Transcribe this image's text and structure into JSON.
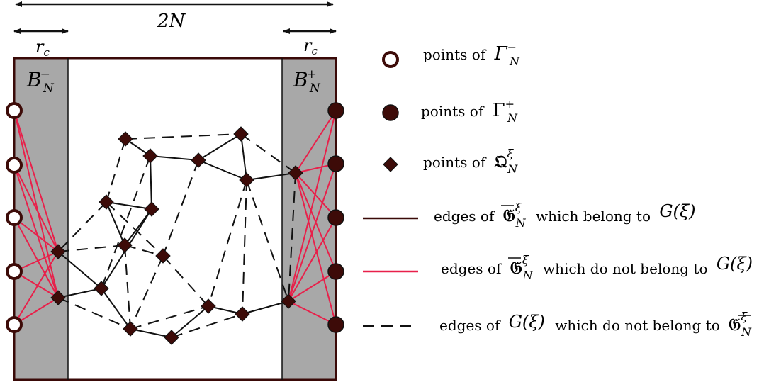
{
  "colors": {
    "frame": "#3a0a08",
    "point_fill": "#3d0b08",
    "boundary_band": "#a8a8a8",
    "red_edge": "#e8204a",
    "black_edge": "#111111"
  },
  "diagram": {
    "width_label": "2N",
    "left_rc": "r",
    "left_rc_sub": "c",
    "right_rc": "r",
    "right_rc_sub": "c",
    "left_band_label": "B",
    "left_band_sup": "−",
    "left_band_sub": "N",
    "right_band_label": "B",
    "right_band_sup": "+",
    "right_band_sub": "N"
  },
  "legend": {
    "gamma_minus": {
      "prefix": "points of",
      "sym": "Γ",
      "sup": "−",
      "sub": "N",
      "icon": "hollow-circle-icon"
    },
    "gamma_plus": {
      "prefix": "points of",
      "sym": "Γ",
      "sup": "+",
      "sub": "N",
      "icon": "filled-circle-icon"
    },
    "q_points": {
      "prefix": "points of",
      "sym": "𝔔",
      "sup": "ξ",
      "sub": "N",
      "icon": "diamond-icon"
    },
    "black_edges": {
      "prefix": "edges of",
      "sym": "𝔊",
      "sup": "ξ",
      "sub": "N",
      "middle": "which belong to",
      "graph": "G(ξ)"
    },
    "red_edges": {
      "prefix": "edges of",
      "sym": "𝔊",
      "sup": "ξ",
      "sub": "N",
      "middle": "which do not belong to",
      "graph": "G(ξ)"
    },
    "dashed_edges": {
      "prefix": "edges of",
      "graph": "G(ξ)",
      "middle": "which do not belong to",
      "sym": "𝔊",
      "sup": "ξ",
      "sub": "N"
    }
  }
}
